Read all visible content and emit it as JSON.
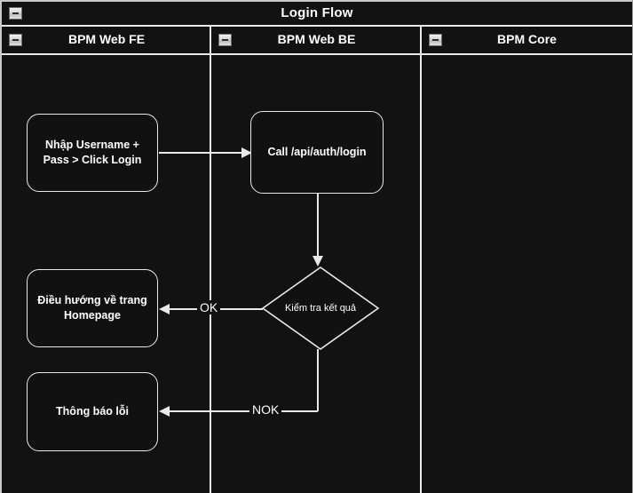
{
  "pool": {
    "title": "Login Flow",
    "collapse_icon": "minus-square-icon"
  },
  "lanes": [
    {
      "id": "fe",
      "label": "BPM Web FE",
      "collapse_icon": "minus-square-icon"
    },
    {
      "id": "be",
      "label": "BPM Web BE",
      "collapse_icon": "minus-square-icon"
    },
    {
      "id": "core",
      "label": "BPM Core",
      "collapse_icon": "minus-square-icon"
    }
  ],
  "nodes": [
    {
      "id": "n1",
      "lane": "fe",
      "type": "task",
      "label": "Nhập Username +\nPass > Click Login"
    },
    {
      "id": "n2",
      "lane": "be",
      "type": "task",
      "label": "Call /api/auth/login"
    },
    {
      "id": "n3",
      "lane": "be",
      "type": "decision",
      "label": "Kiểm tra kết quả"
    },
    {
      "id": "n4",
      "lane": "fe",
      "type": "task",
      "label": "Điều hướng về trang\nHomepage"
    },
    {
      "id": "n5",
      "lane": "fe",
      "type": "task",
      "label": "Thông báo lỗi"
    }
  ],
  "edges": [
    {
      "id": "e1",
      "from": "n1",
      "to": "n2",
      "label": ""
    },
    {
      "id": "e2",
      "from": "n2",
      "to": "n3",
      "label": ""
    },
    {
      "id": "e3",
      "from": "n3",
      "to": "n4",
      "label": "OK"
    },
    {
      "id": "e4",
      "from": "n3",
      "to": "n5",
      "label": "NOK"
    }
  ],
  "colors": {
    "background": "#121212",
    "stroke": "#e9e9e9",
    "text": "#ffffff",
    "icon_face": "#d6d6d6"
  }
}
